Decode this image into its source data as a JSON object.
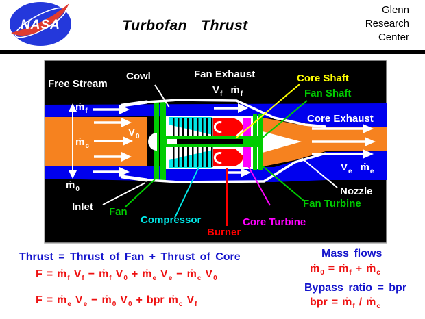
{
  "header": {
    "logo_text": "NASA",
    "title": "Turbofan Thrust",
    "org_lines": [
      "Glenn",
      "Research",
      "Center"
    ]
  },
  "diagram": {
    "labels": {
      "free_stream": "Free Stream",
      "cowl": "Cowl",
      "fan_exhaust": "Fan Exhaust",
      "core_shaft": "Core Shaft",
      "fan_shaft": "Fan Shaft",
      "core_exhaust": "Core Exhaust",
      "nozzle": "Nozzle",
      "fan_turbine": "Fan Turbine",
      "core_turbine": "Core Turbine",
      "burner": "Burner",
      "compressor": "Compressor",
      "fan": "Fan",
      "inlet": "Inlet"
    },
    "symbols": {
      "mdot_f": [
        [
          "ṁ",
          "f"
        ]
      ],
      "mdot_c": [
        [
          "ṁ",
          "c"
        ]
      ],
      "mdot_0": [
        [
          "ṁ",
          "0"
        ]
      ],
      "v0": [
        [
          "V",
          "0"
        ]
      ],
      "vf_mf": [
        [
          "V",
          "f"
        ],
        [
          "ṁ",
          "f"
        ]
      ],
      "ve_me": [
        [
          "V",
          "e"
        ],
        [
          "ṁ",
          "e"
        ]
      ]
    }
  },
  "equations": {
    "thrust_words": "Thrust =  Thrust of Fan  +  Thrust of Core",
    "f1": [
      [
        "F",
        ""
      ],
      [
        "=",
        ""
      ],
      [
        "ṁ",
        "f"
      ],
      [
        "V",
        "f"
      ],
      [
        "−",
        ""
      ],
      [
        "ṁ",
        "f"
      ],
      [
        "V",
        "0"
      ],
      [
        "+",
        ""
      ],
      [
        "ṁ",
        "e"
      ],
      [
        "V",
        "e"
      ],
      [
        "−",
        ""
      ],
      [
        "ṁ",
        "c"
      ],
      [
        "V",
        "0"
      ]
    ],
    "f2": [
      [
        "F",
        ""
      ],
      [
        "=",
        ""
      ],
      [
        "ṁ",
        "e"
      ],
      [
        "V",
        "e"
      ],
      [
        "−",
        ""
      ],
      [
        "ṁ",
        "0"
      ],
      [
        "V",
        "0"
      ],
      [
        "+",
        ""
      ],
      [
        "bpr",
        ""
      ],
      [
        "ṁ",
        "c"
      ],
      [
        "V",
        "f"
      ]
    ],
    "mass_flows_title": "Mass flows",
    "mass_eq": [
      [
        "ṁ",
        "0"
      ],
      [
        "=",
        ""
      ],
      [
        "ṁ",
        "f"
      ],
      [
        "+",
        ""
      ],
      [
        "ṁ",
        "c"
      ]
    ],
    "bypass_title": "Bypass ratio = bpr",
    "bpr_eq": [
      [
        "bpr",
        ""
      ],
      [
        "=",
        ""
      ],
      [
        "ṁ",
        "f"
      ],
      [
        "/",
        ""
      ],
      [
        "ṁ",
        "c"
      ]
    ]
  },
  "colors": {
    "page_bg": "#FFFFFF",
    "ink": "#000000",
    "diagram_bg": "#000000",
    "diagram_border": "#AAAAAA",
    "stream_blue": "#0000EE",
    "stream_orange": "#F6821F",
    "engine_green": "#00CC00",
    "compressor_cyan": "#00E8E8",
    "turbine_magenta": "#FF00FF",
    "burner_red": "#FF0000",
    "shaft_yellow": "#FFFF00",
    "label_white": "#FFFFFF",
    "eq_blue": "#1414CC",
    "eq_red": "#EE1111",
    "logo_blue": "#2438DB",
    "logo_red": "#E03C31"
  }
}
